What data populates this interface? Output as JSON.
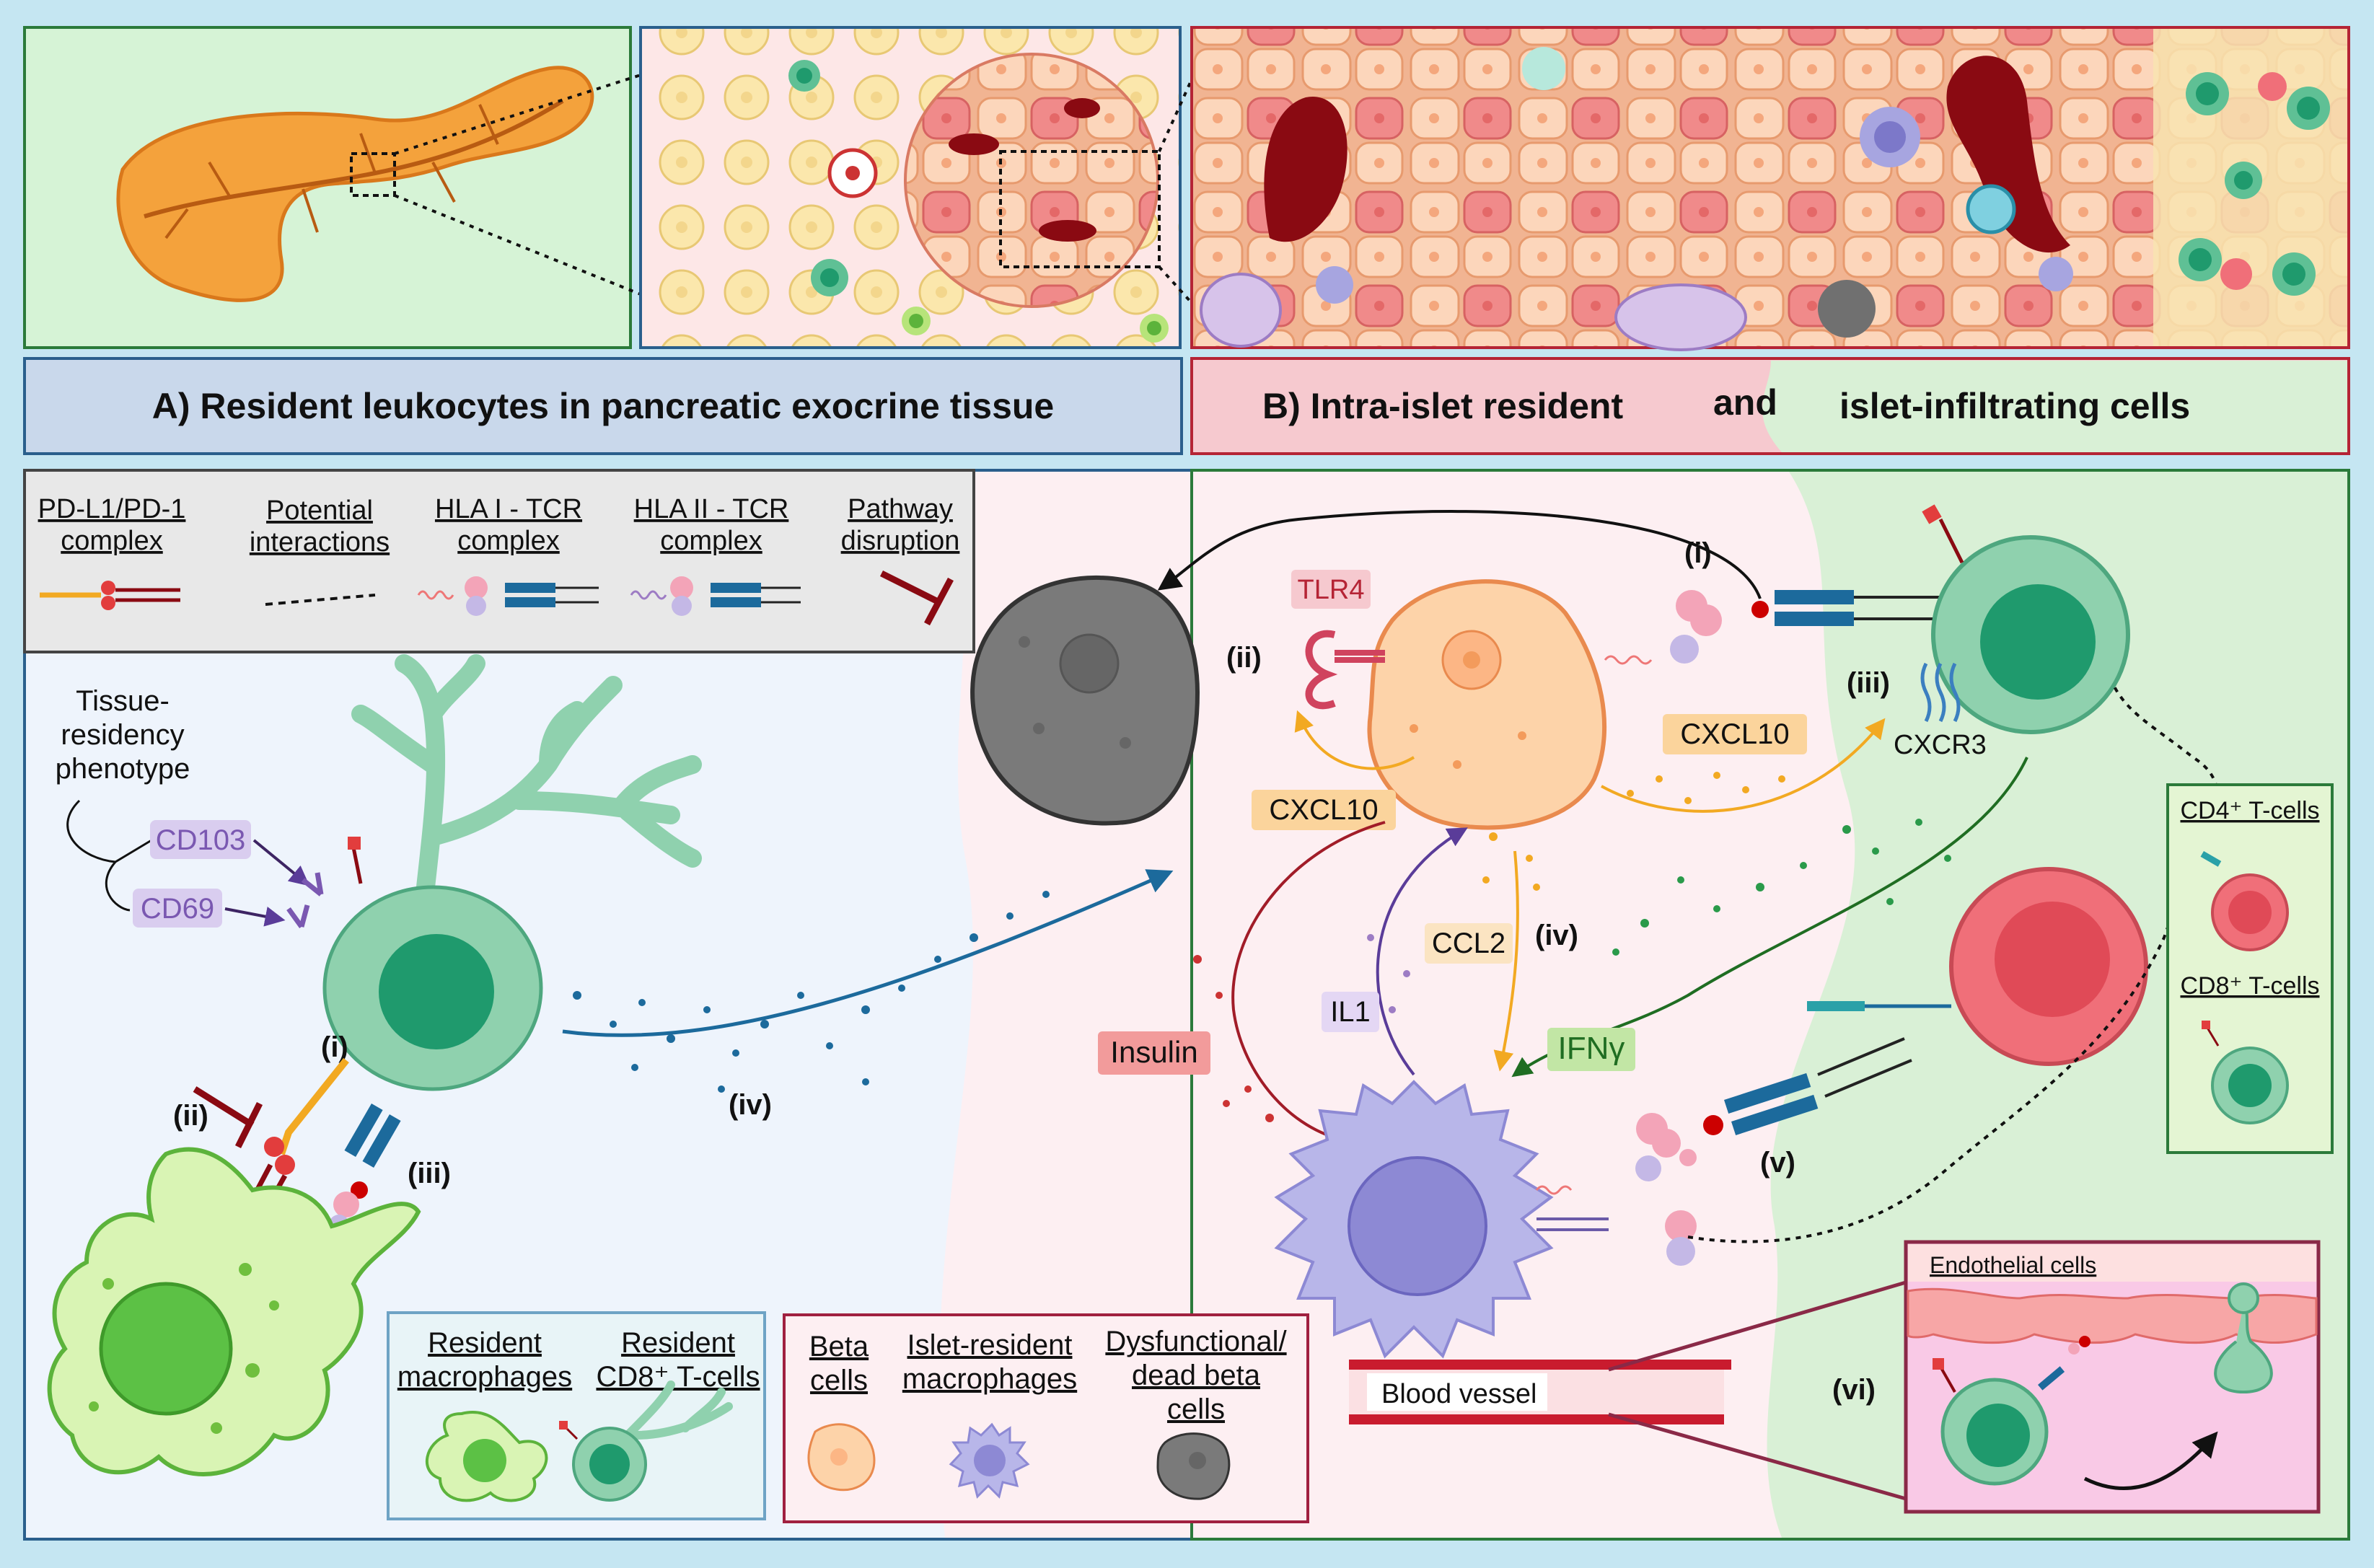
{
  "colors": {
    "frame": "#c5e6f2",
    "exocrine_bg": "#eef4fc",
    "islet_bg": "#fdeff2",
    "infiltrate_bg": "#d9f0d6",
    "cd8": "#5fc095",
    "cd8_nucleus": "#1f9a6d",
    "cd4": "#f06f79",
    "macrophage": "#b7e47a",
    "islet_macrophage": "#a7a5e0",
    "beta_cell": "#fdd3a9",
    "dead_cell": "#7a7a7a",
    "vessel": "#b0172a",
    "arrow_blue": "#1c6a9c",
    "arrow_orange": "#f2a922",
    "arrow_green": "#1f6d22",
    "arrow_purple": "#5a3c99",
    "arrow_red": "#a11c28"
  },
  "headers": {
    "panel_a": "A) Resident leukocytes in pancreatic exocrine tissue",
    "panel_b_left": "B) Intra-islet resident",
    "panel_b_and": "and",
    "panel_b_right": "islet-infiltrating cells"
  },
  "legend": {
    "pdl1": [
      "PD-L1/PD-1",
      "complex"
    ],
    "potential": [
      "Potential",
      "interactions"
    ],
    "hla1": [
      "HLA I - TCR",
      "complex"
    ],
    "hla2": [
      "HLA II - TCR",
      "complex"
    ],
    "pathway": [
      "Pathway",
      "disruption"
    ]
  },
  "left_panel": {
    "tissue_residency": [
      "Tissue-",
      "residency",
      "phenotype"
    ],
    "cd103": "CD103",
    "cd69": "CD69",
    "i": "(i)",
    "ii": "(ii)",
    "iii": "(iii)",
    "iv": "(iv)"
  },
  "right_panel": {
    "tlr4": "TLR4",
    "ii": "(ii)",
    "i": "(i)",
    "iii": "(iii)",
    "iv": "(iv)",
    "v": "(v)",
    "vi": "(vi)",
    "cxcl10_left": "CXCL10",
    "cxcl10_right": "CXCL10",
    "cxcr3": "CXCR3",
    "ccl2": "CCL2",
    "il1": "IL1",
    "insulin": "Insulin",
    "ifng": "IFNγ",
    "blood_vessel": "Blood vessel",
    "endothelial": "Endothelial cells"
  },
  "tcell_legend": {
    "cd4": "CD4⁺ T-cells",
    "cd8": "CD8⁺ T-cells"
  },
  "bottom_left_legend": {
    "resident_macrophages": [
      "Resident",
      "macrophages"
    ],
    "resident_cd8": [
      "Resident",
      "CD8⁺ T-cells"
    ]
  },
  "bottom_mid_legend": {
    "beta": [
      "Beta",
      "cells"
    ],
    "islet_macro": [
      "Islet-resident",
      "macrophages"
    ],
    "dead": [
      "Dysfunctional/",
      "dead beta",
      "cells"
    ]
  }
}
